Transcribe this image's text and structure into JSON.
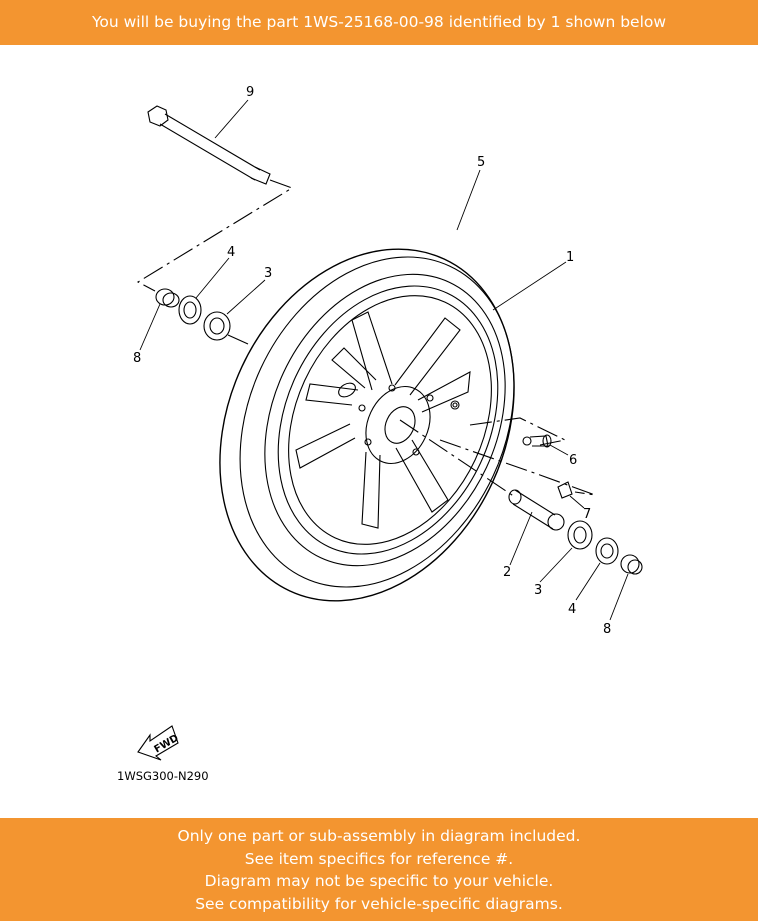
{
  "header": {
    "text": "You will be buying the part 1WS-25168-00-98 identified by 1 shown below"
  },
  "footer": {
    "lines": [
      "Only one part or sub-assembly in diagram included.",
      "See item specifics for reference #.",
      "Diagram may not be specific to your vehicle.",
      "See compatibility for vehicle-specific diagrams."
    ]
  },
  "diagram": {
    "callouts": {
      "c1": "1",
      "c2": "2",
      "c3a": "3",
      "c3b": "3",
      "c4a": "4",
      "c4b": "4",
      "c5": "5",
      "c6": "6",
      "c7": "7",
      "c8a": "8",
      "c8b": "8",
      "c9": "9"
    },
    "fwd_label": "FWD",
    "diagram_code": "1WSG300-N290"
  },
  "colors": {
    "banner": "#f39530",
    "banner_text": "#ffffff",
    "line": "#000000"
  }
}
